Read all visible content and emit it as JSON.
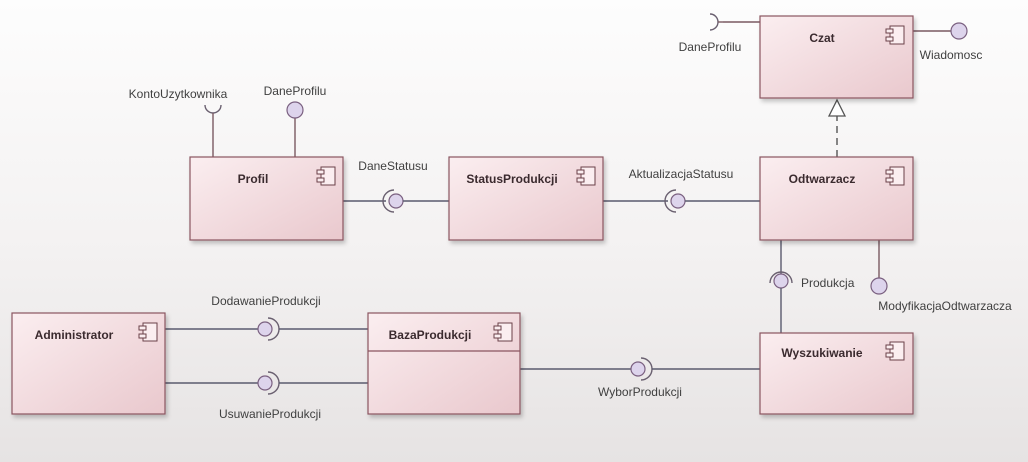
{
  "diagram": {
    "type": "uml-component",
    "colors": {
      "component_fill_start": "#fbeef0",
      "component_fill_end": "#e9c8cd",
      "ball_fill": "#ddd4ec"
    },
    "components": {
      "profil": "Profil",
      "status": "StatusProdukcji",
      "czat": "Czat",
      "odtwarzacz": "Odtwarzacz",
      "administrator": "Administrator",
      "baza": "BazaProdukcji",
      "wyszukiwanie": "Wyszukiwanie"
    },
    "interfaces": {
      "konto": "KontoUzytkownika",
      "dane_profilu_profil": "DaneProfilu",
      "dane_profilu_czat": "DaneProfilu",
      "wiadomosc": "Wiadomosc",
      "dane_statusu": "DaneStatusu",
      "aktualizacja": "AktualizacjaStatusu",
      "produkcja": "Produkcja",
      "modyfikacja": "ModyfikacjaOdtwarzacza",
      "dodawanie": "DodawanieProdukcji",
      "usuwanie": "UsuwanieProdukcji",
      "wybor": "WyborProdukcji"
    }
  }
}
